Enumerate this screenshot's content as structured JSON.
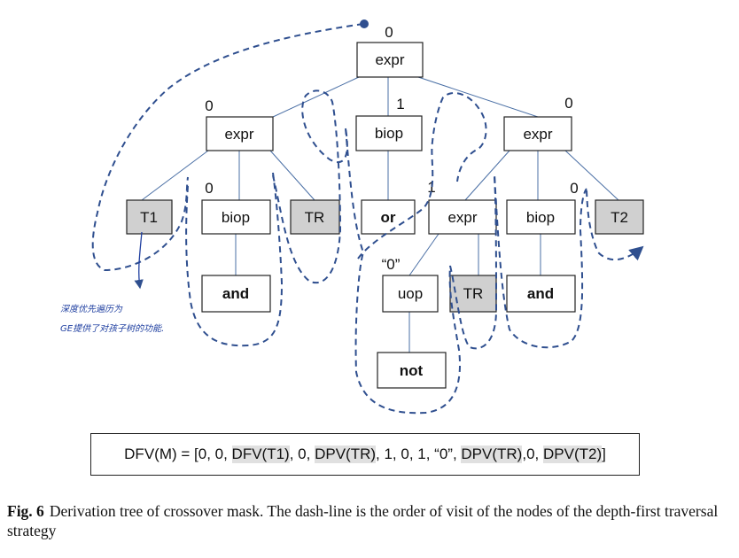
{
  "nodes": {
    "root": {
      "label": "expr",
      "index": "0"
    },
    "left_expr": {
      "label": "expr",
      "index": "0"
    },
    "mid_biop": {
      "label": "biop",
      "index": "1"
    },
    "right_expr": {
      "label": "expr",
      "index": "0"
    },
    "t1": {
      "label": "T1"
    },
    "left_biop": {
      "label": "biop",
      "index": "0"
    },
    "left_tr": {
      "label": "TR"
    },
    "or": {
      "label": "or"
    },
    "inner_expr": {
      "label": "expr",
      "index": "1"
    },
    "right_biop": {
      "label": "biop"
    },
    "t2": {
      "label": "T2",
      "index": "0"
    },
    "and_left": {
      "label": "and"
    },
    "uop": {
      "label": "uop",
      "index": "“0”"
    },
    "inner_tr": {
      "label": "TR"
    },
    "and_right": {
      "label": "and"
    },
    "not": {
      "label": "not"
    }
  },
  "handwritten_note": {
    "line1": "深度优先遍历为",
    "line2": "GE提供了对孩子树的功能."
  },
  "dfv": {
    "prefix": "DFV(M) = [0, 0, ",
    "item1": "DFV(T1)",
    "part2": ", 0, ",
    "item2": "DPV(TR)",
    "part3": ", 1, 0, 1, “0”, ",
    "item3": "DPV(TR)",
    "part4": ",0, ",
    "item4": "DPV(T2)",
    "suffix": "]"
  },
  "caption": {
    "label": "Fig. 6",
    "text": "Derivation tree of crossover mask. The dash-line is the order of visit of the nodes of the depth-first traversal strategy"
  },
  "colors": {
    "line": "#4a6fa5",
    "path": "#2f4f8f",
    "terminal_fill": "#d0d0d0",
    "handwriting": "#1f3fa0"
  }
}
